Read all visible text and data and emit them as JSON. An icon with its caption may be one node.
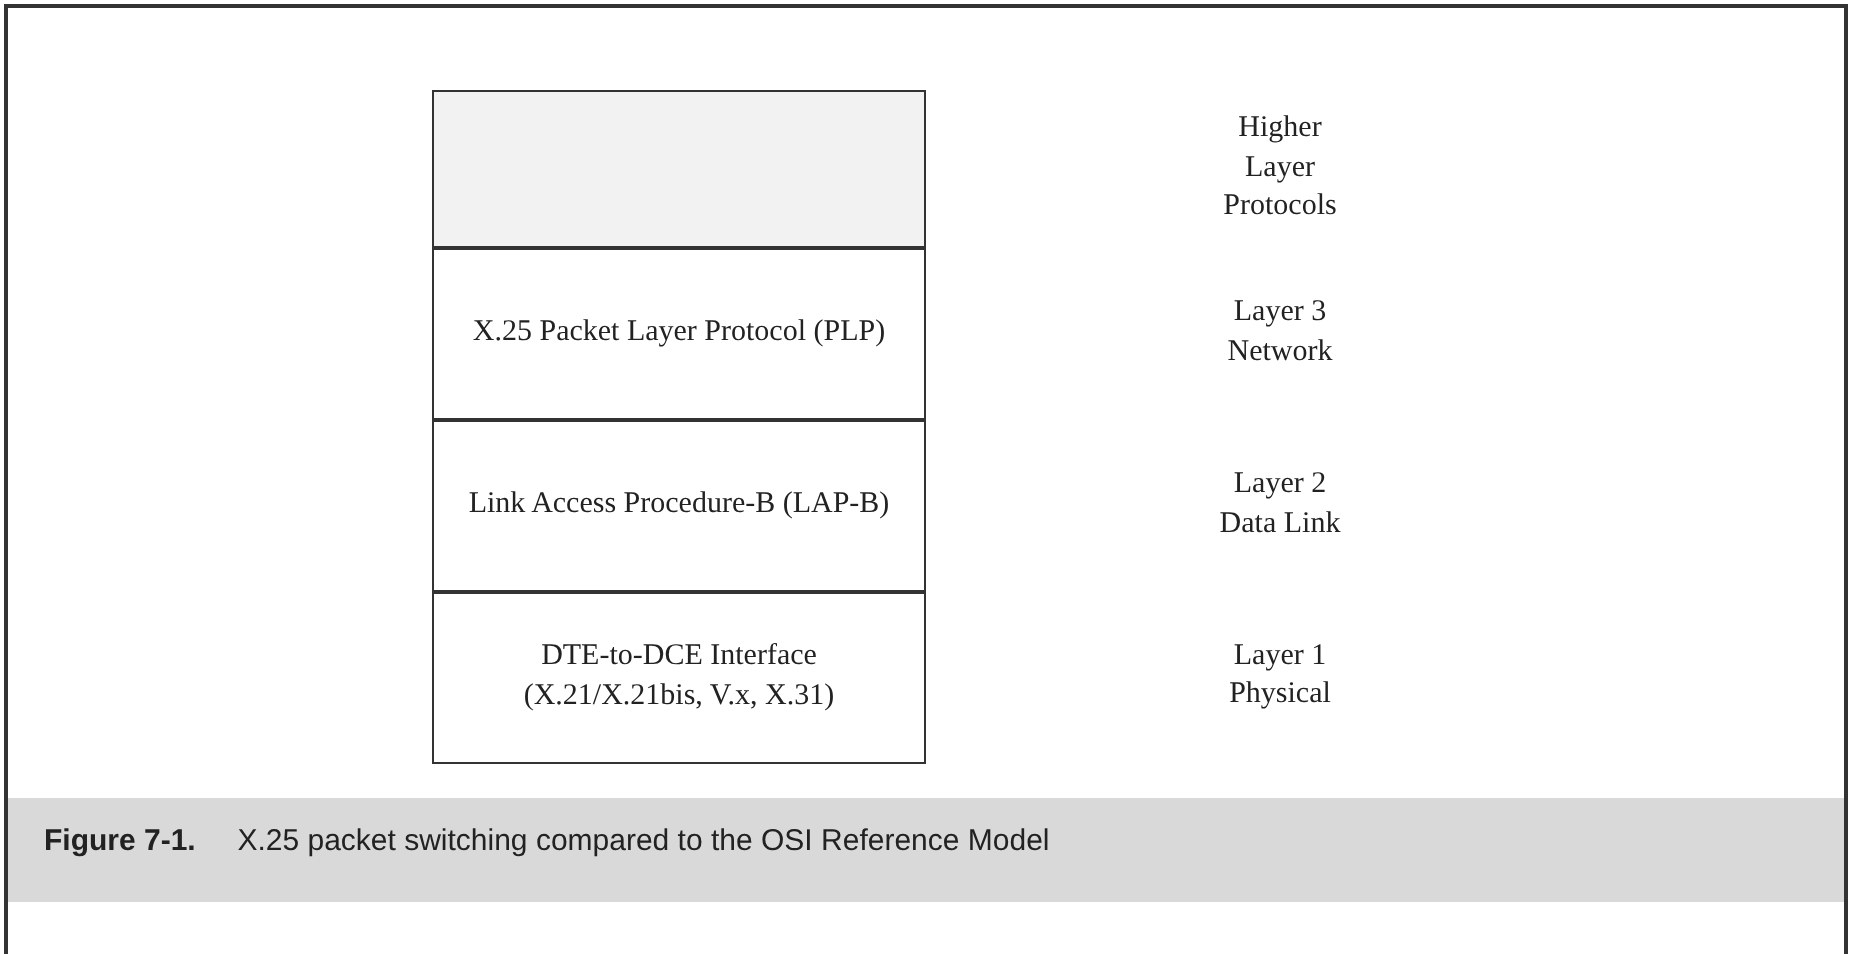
{
  "diagram": {
    "caption": "**Figure 7-1.**     X.25 packet switching compared to the OSI Reference Model",
    "nodes": [
      {
        "text": [],
        "shape": "box"
      },
      {
        "text": [
          "X.25 Packet Layer Protocol (PLP)"
        ]
      },
      {
        "text": [
          "Link Access Procedure-B (LAP-B)"
        ]
      },
      {
        "text": [
          "DTE-to-DCE Interface (X.21/X.21bis, V.x, X.31)"
        ]
      }
    ],
    "labels": [
      "Higher Layer Protocols",
      "Layer 3 Network",
      "Layer 2 Data Link",
      "Layer 1 Physical"
    ]
  }
}
